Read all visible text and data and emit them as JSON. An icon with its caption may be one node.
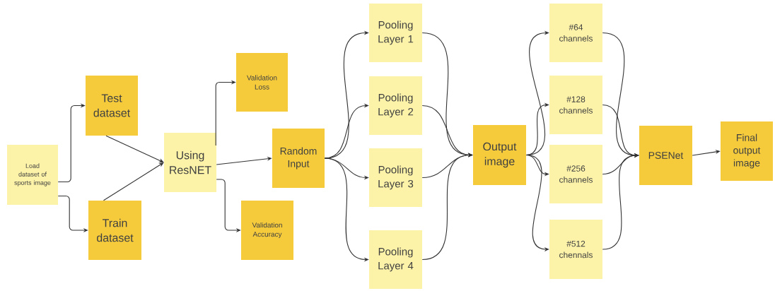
{
  "diagram": {
    "nodes": [
      {
        "text": [
          "Load dataset of sports image"
        ]
      },
      {
        "text": [
          "Test dataset"
        ]
      },
      {
        "text": [
          "Train dataset"
        ]
      },
      {
        "text": [
          "Using ResNET"
        ]
      },
      {
        "text": [
          "Validation Loss"
        ]
      },
      {
        "text": [
          "Random Input"
        ]
      },
      {
        "text": [
          "Validation Accuracy"
        ]
      },
      {
        "text": [
          "Pooling Layer  1"
        ]
      },
      {
        "text": [
          "Pooling Layer 2"
        ]
      },
      {
        "text": [
          "Pooling Layer 3"
        ]
      },
      {
        "text": [
          "Pooling Layer 4"
        ]
      },
      {
        "text": [
          "Output image"
        ]
      },
      {
        "text": [
          "#64 channels"
        ]
      },
      {
        "text": [
          "#128 channels"
        ]
      },
      {
        "text": [
          "#256 channels"
        ]
      },
      {
        "text": [
          "#512 chennals"
        ]
      },
      {
        "text": [
          "PSENet"
        ]
      },
      {
        "text": [
          "Final output image"
        ]
      }
    ],
    "edges": [
      {
        "from": 0,
        "to": 1,
        "arrow": "to"
      },
      {
        "from": 0,
        "to": 2,
        "arrow": "to"
      },
      {
        "from": 1,
        "to": 3,
        "arrow": "to"
      },
      {
        "from": 2,
        "to": 3,
        "arrow": "to"
      },
      {
        "from": 3,
        "to": 4,
        "arrow": "to"
      },
      {
        "from": 3,
        "to": 5,
        "arrow": "to"
      },
      {
        "from": 3,
        "to": 6,
        "arrow": "to"
      },
      {
        "from": 5,
        "to": 7,
        "arrow": "to"
      },
      {
        "from": 5,
        "to": 8,
        "arrow": "to"
      },
      {
        "from": 5,
        "to": 9,
        "arrow": "to"
      },
      {
        "from": 5,
        "to": 10,
        "arrow": "to"
      },
      {
        "from": 7,
        "to": 11,
        "arrow": "to"
      },
      {
        "from": 8,
        "to": 11,
        "arrow": "to"
      },
      {
        "from": 9,
        "to": 11,
        "arrow": "to"
      },
      {
        "from": 10,
        "to": 11,
        "arrow": "to"
      },
      {
        "from": 11,
        "to": 12,
        "arrow": "to"
      },
      {
        "from": 11,
        "to": 13,
        "arrow": "to"
      },
      {
        "from": 11,
        "to": 14,
        "arrow": "to"
      },
      {
        "from": 11,
        "to": 15,
        "arrow": "to"
      },
      {
        "from": 12,
        "to": 16,
        "arrow": "to"
      },
      {
        "from": 13,
        "to": 16,
        "arrow": "to"
      },
      {
        "from": 14,
        "to": 16,
        "arrow": "to"
      },
      {
        "from": 15,
        "to": 16,
        "arrow": "to"
      },
      {
        "from": 16,
        "to": 17,
        "arrow": "to"
      }
    ]
  }
}
